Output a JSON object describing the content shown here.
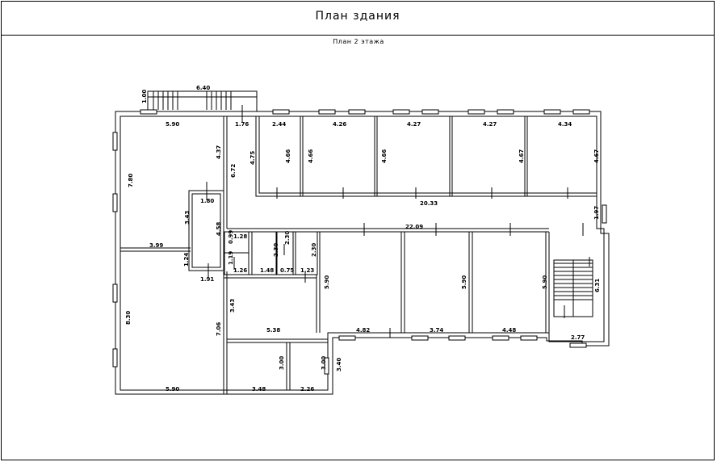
{
  "title": "План здания",
  "subtitle": "План 2 этажа",
  "dimensions": {
    "porch_width": "6.40",
    "porch_depth": "1.00",
    "room_a_top": "5.90",
    "room_a_right": "4.37",
    "room_a_height": "7.80",
    "passage_w": "1.76",
    "passage_h": "6.72",
    "room_c1_w": "2.44",
    "room_c1_h": "4.75",
    "room_c1_h2": "4.66",
    "room_c2_w": "4.26",
    "room_c2_h": "4.66",
    "room_c3_w": "4.27",
    "room_c3_h": "4.66",
    "room_c4_w": "4.27",
    "room_c4_h": "4.67",
    "room_c5_w": "4.34",
    "room_c5_h": "4.67",
    "upper_corridor_len": "20.33",
    "main_corridor_len": "22.09",
    "corridor_width": "1.97",
    "small_room_w": "1.80",
    "small_room_h": "3.43",
    "side_height": "4.58",
    "left_corridor": "3.99",
    "left_door": "1.24",
    "left_bottom": "1.91",
    "wc1_w": "1.28",
    "wc1_h": "0.99",
    "wc2_h": "1.19",
    "wc2_w": "1.26",
    "wc3_w": "1.48",
    "wc3_h": "2.30",
    "wc4_w": "0.75",
    "wc4_h": "2.30",
    "wc5_w": "1.23",
    "wc5_h": "2.30",
    "room_b_height": "8.30",
    "room_b_width": "5.90",
    "room_b_right": "7.06",
    "hall_h": "3.43",
    "hall_w": "5.38",
    "room_d1_h": "5.90",
    "room_d1_w": "4.82",
    "room_d2_h": "5.90",
    "room_d2_w": "3.74",
    "room_d3_h": "5.90",
    "room_d3_w": "4.48",
    "stair_h": "6.31",
    "stair_w": "2.77",
    "room_e1_h": "3.00",
    "room_e1_w": "3.48",
    "room_e2_h": "3.00",
    "room_e2_w": "2.26",
    "room_e2_side": "3.40"
  }
}
